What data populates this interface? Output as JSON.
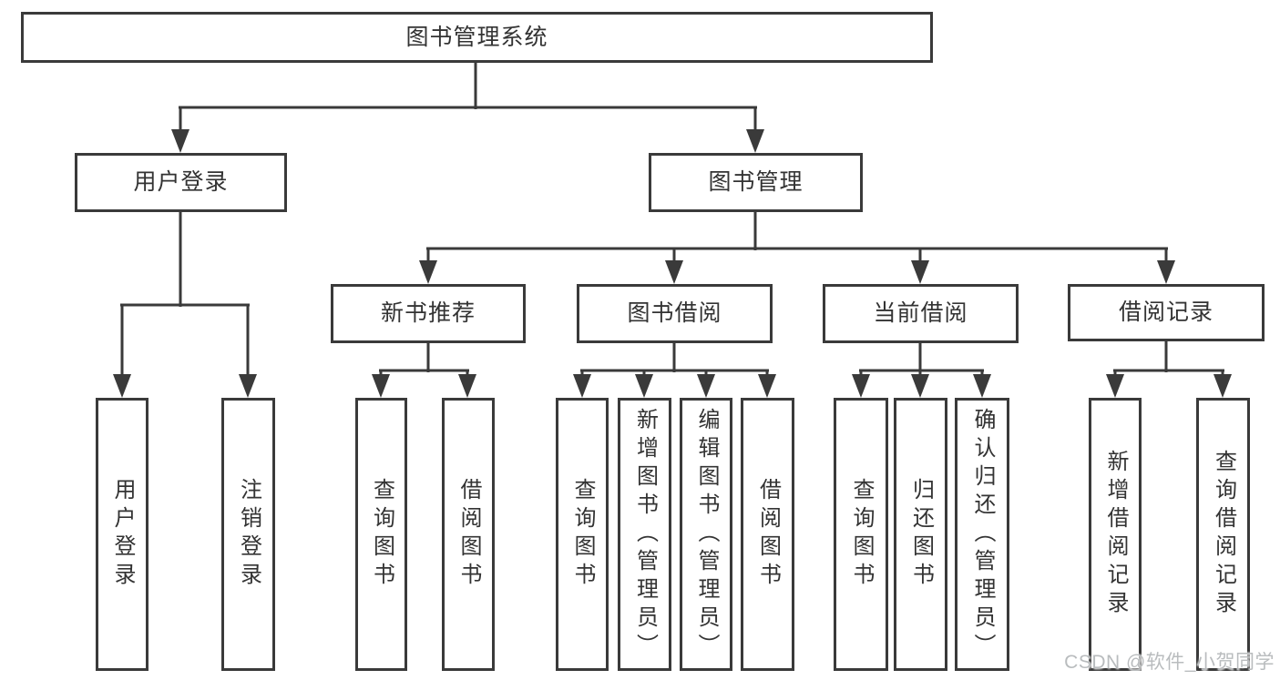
{
  "colors": {
    "line": "#3a3a3a",
    "text": "#333333",
    "background": "#ffffff",
    "watermark": "#b9bcbe"
  },
  "watermark": {
    "text": "CSDN @软件_小贺同学"
  },
  "diagram": {
    "root": {
      "label": "图书管理系统"
    },
    "branches": [
      {
        "label": "用户登录",
        "children": [
          {
            "label": "用户登录"
          },
          {
            "label": "注销登录"
          }
        ]
      },
      {
        "label": "图书管理",
        "children": [
          {
            "label": "新书推荐",
            "children": [
              {
                "label": "查询图书"
              },
              {
                "label": "借阅图书"
              }
            ]
          },
          {
            "label": "图书借阅",
            "children": [
              {
                "label": "查询图书"
              },
              {
                "label": "新增图书（管理员）"
              },
              {
                "label": "编辑图书（管理员）"
              },
              {
                "label": "借阅图书"
              }
            ]
          },
          {
            "label": "当前借阅",
            "children": [
              {
                "label": "查询图书"
              },
              {
                "label": "归还图书"
              },
              {
                "label": "确认归还（管理员）"
              }
            ]
          },
          {
            "label": "借阅记录",
            "children": [
              {
                "label": "新增借阅记录"
              },
              {
                "label": "查询借阅记录"
              }
            ]
          }
        ]
      }
    ]
  }
}
